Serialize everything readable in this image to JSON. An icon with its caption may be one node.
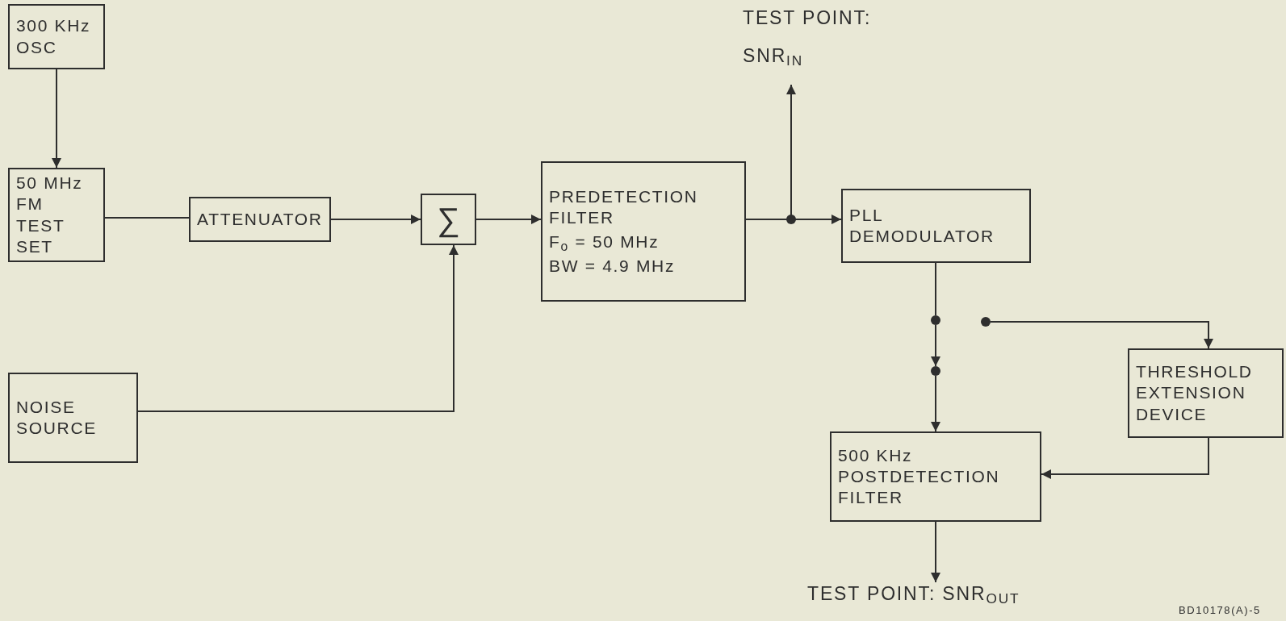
{
  "diagram": {
    "nodes": [
      {
        "text": [
          "300 KHz OSC"
        ]
      },
      {
        "text": [
          "50 MHz FM TEST SET"
        ]
      },
      {
        "text": [
          "ATTENUATOR"
        ]
      },
      {
        "text": [
          "∑"
        ]
      },
      {
        "text": [
          "PREDETECTION FILTER",
          "F$_{o}$ = 50 MHz",
          "BW = 4.9 MHz"
        ]
      },
      {
        "text": [
          "TEST POINT:",
          "SNR$_{IN}$"
        ]
      },
      {
        "text": [
          "PLL DEMODULATOR"
        ]
      },
      {
        "text": [
          "NOISE SOURCE"
        ]
      },
      {
        "text": [],
        "shape": "circle"
      },
      {
        "text": [],
        "shape": "circle"
      },
      {
        "text": [],
        "shape": "circle"
      },
      {
        "text": [
          "THRESHOLD EXTENSION DEVICE"
        ]
      },
      {
        "text": [
          "500 KHz POSTDETECTION FILTER"
        ]
      },
      {
        "text": [
          "TEST POINT:  SNR$_{OUT}$"
        ]
      }
    ],
    "edges": [
      {
        "from": 0,
        "to": 1,
        "arrow": "to"
      },
      {
        "from": 1,
        "to": 2,
        "arrow": "none"
      },
      {
        "from": 2,
        "to": 3,
        "arrow": "to"
      },
      {
        "from": 7,
        "to": 3,
        "arrow": "to"
      },
      {
        "from": 3,
        "to": 4,
        "arrow": "to"
      },
      {
        "from": 4,
        "to": 6,
        "arrow": "to"
      },
      {
        "from": 4,
        "to": 5,
        "arrow": "to"
      },
      {
        "from": 6,
        "to": 8,
        "arrow": "none"
      },
      {
        "from": 8,
        "to": 9,
        "arrow": "to"
      },
      {
        "from": 9,
        "to": 12,
        "arrow": "to"
      },
      {
        "from": 10,
        "to": 11,
        "arrow": "to"
      },
      {
        "from": 11,
        "to": 12,
        "arrow": "to"
      },
      {
        "from": 12,
        "to": 13,
        "arrow": "to"
      }
    ],
    "labels": [
      "BD10178(A)-5"
    ]
  }
}
